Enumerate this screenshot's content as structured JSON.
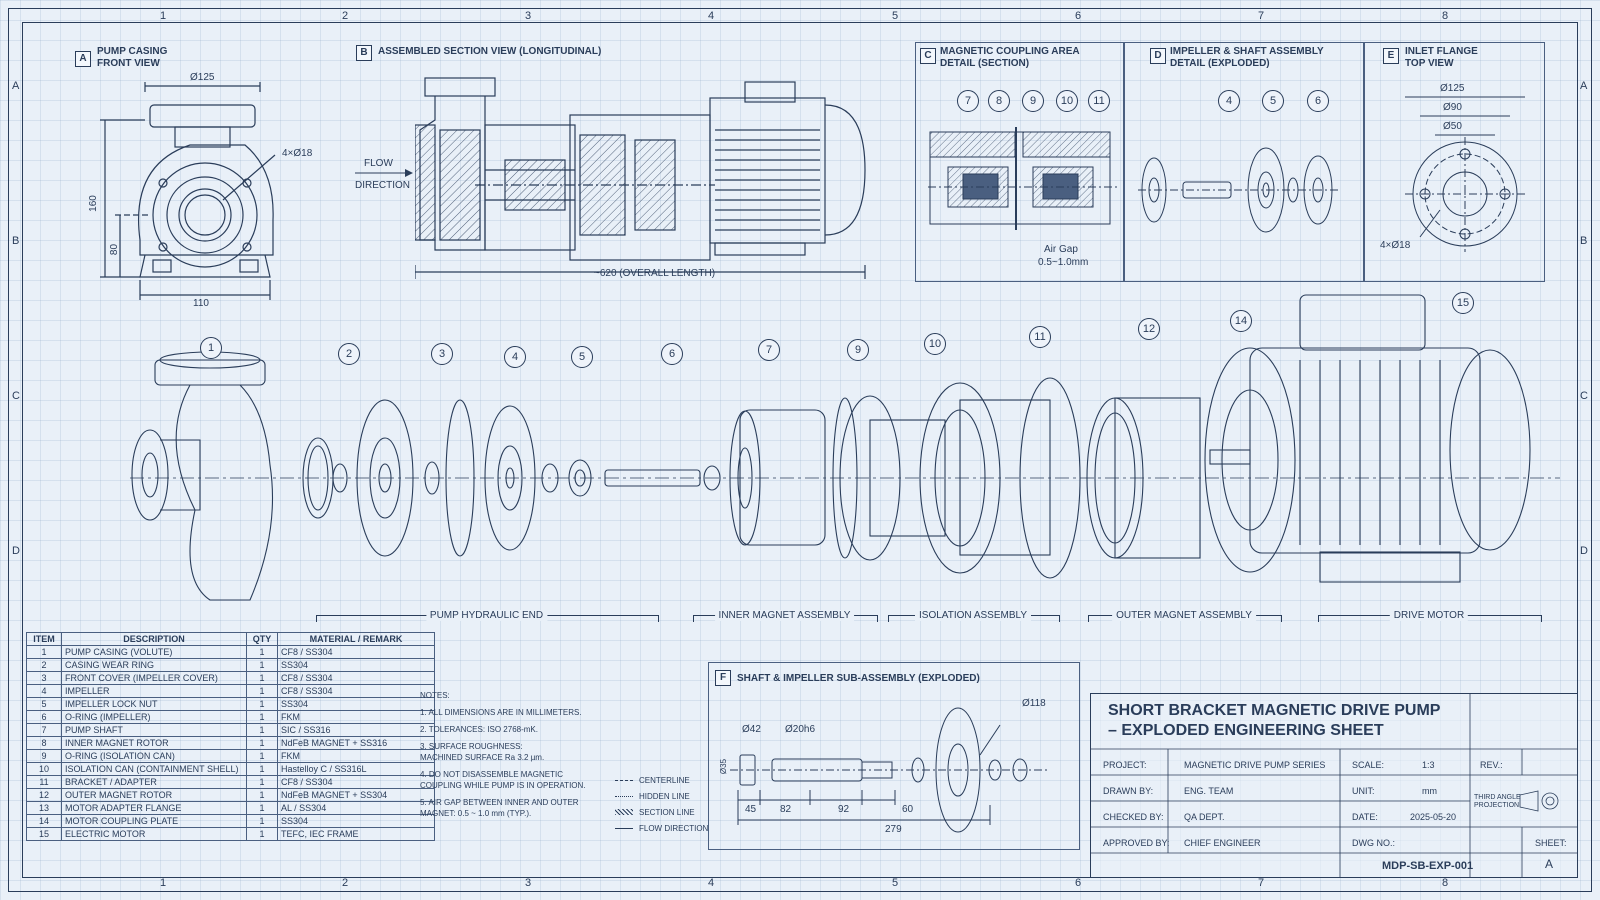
{
  "zones": {
    "columns": [
      "1",
      "2",
      "3",
      "4",
      "5",
      "6",
      "7",
      "8"
    ],
    "rows": [
      "A",
      "B",
      "C",
      "D"
    ]
  },
  "views": {
    "a": {
      "tag": "A",
      "title": "PUMP CASING\nFRONT VIEW",
      "dims": {
        "width_top": "Ø125",
        "holes": "4×Ø18",
        "height": "160",
        "center": "80",
        "base": "110"
      }
    },
    "b": {
      "tag": "B",
      "title": "ASSEMBLED SECTION VIEW (LONGITUDINAL)",
      "flow": "FLOW",
      "flow_dir": "DIRECTION",
      "length": "~620 (OVERALL LENGTH)"
    },
    "c": {
      "tag": "C",
      "title": "MAGNETIC COUPLING AREA\nDETAIL (SECTION)",
      "callouts": [
        "7",
        "8",
        "9",
        "10",
        "11"
      ],
      "air_gap": "Air Gap",
      "air_gap_val": "0.5~1.0mm"
    },
    "d": {
      "tag": "D",
      "title": "IMPELLER & SHAFT ASSEMBLY\nDETAIL (EXPLODED)",
      "callouts": [
        "4",
        "5",
        "6"
      ]
    },
    "e": {
      "tag": "E",
      "title": "INLET FLANGE\nTOP VIEW",
      "dims": [
        "Ø125",
        "Ø90",
        "Ø50"
      ],
      "holes": "4×Ø18"
    },
    "f": {
      "tag": "F",
      "title": "SHAFT & IMPELLER SUB-ASSEMBLY (EXPLODED)",
      "dims": {
        "d1": "Ø42",
        "d2": "Ø20h6",
        "d3": "Ø118",
        "d4": "Ø35",
        "l1": "45",
        "l2": "82",
        "l3": "92",
        "l4": "60",
        "total": "279"
      }
    }
  },
  "exploded": {
    "callouts": [
      "1",
      "2",
      "3",
      "4",
      "5",
      "6",
      "7",
      "9",
      "10",
      "11",
      "12",
      "14",
      "15"
    ],
    "groups": [
      "PUMP HYDRAULIC END",
      "INNER MAGNET  ASSEMBLY",
      "ISOLATION  ASSEMBLY",
      "OUTER MAGNET  ASSEMBLY",
      "DRIVE MOTOR"
    ]
  },
  "bom": {
    "headers": [
      "ITEM",
      "DESCRIPTION",
      "QTY",
      "MATERIAL / REMARK"
    ],
    "rows": [
      [
        "1",
        "PUMP CASING (VOLUTE)",
        "1",
        "CF8 / SS304"
      ],
      [
        "2",
        "CASING WEAR RING",
        "1",
        "SS304"
      ],
      [
        "3",
        "FRONT COVER (IMPELLER COVER)",
        "1",
        "CF8 / SS304"
      ],
      [
        "4",
        "IMPELLER",
        "1",
        "CF8 / SS304"
      ],
      [
        "5",
        "IMPELLER LOCK NUT",
        "1",
        "SS304"
      ],
      [
        "6",
        "O-RING (IMPELLER)",
        "1",
        "FKM"
      ],
      [
        "7",
        "PUMP SHAFT",
        "1",
        "SIC / SS316"
      ],
      [
        "8",
        "INNER MAGNET ROTOR",
        "1",
        "NdFeB MAGNET + SS316"
      ],
      [
        "9",
        "O-RING (ISOLATION CAN)",
        "1",
        "FKM"
      ],
      [
        "10",
        "ISOLATION CAN (CONTAINMENT SHELL)",
        "1",
        "Hastelloy C / SS316L"
      ],
      [
        "11",
        "BRACKET / ADAPTER",
        "1",
        "CF8 / SS304"
      ],
      [
        "12",
        "OUTER MAGNET ROTOR",
        "1",
        "NdFeB MAGNET + SS304"
      ],
      [
        "13",
        "MOTOR ADAPTER FLANGE",
        "1",
        "AL / SS304"
      ],
      [
        "14",
        "MOTOR COUPLING PLATE",
        "1",
        "SS304"
      ],
      [
        "15",
        "ELECTRIC MOTOR",
        "1",
        "TEFC, IEC FRAME"
      ]
    ]
  },
  "notes": {
    "title": "NOTES:",
    "items": [
      "1. ALL DIMENSIONS ARE IN MILLIMETERS.",
      "2. TOLERANCES: ISO 2768-mK.",
      "3. SURFACE ROUGHNESS:\n    MACHINED SURFACE Ra 3.2 µm.",
      "4. DO NOT DISASSEMBLE MAGNETIC\n    COUPLING WHILE PUMP IS IN OPERATION.",
      "5. AIR GAP BETWEEN INNER AND OUTER\n    MAGNET: 0.5 ~ 1.0 mm (TYP.)."
    ]
  },
  "legend": [
    "CENTERLINE",
    "HIDDEN LINE",
    "SECTION LINE",
    "FLOW DIRECTION"
  ],
  "title_block": {
    "title_line1": "SHORT BRACKET MAGNETIC DRIVE PUMP",
    "title_line2": "– EXPLODED ENGINEERING SHEET",
    "project_label": "PROJECT:",
    "project": "MAGNETIC DRIVE PUMP SERIES",
    "scale_label": "SCALE:",
    "scale": "1:3",
    "rev_label": "REV.:",
    "drawn_label": "DRAWN BY:",
    "drawn": "ENG. TEAM",
    "unit_label": "UNIT:",
    "unit": "mm",
    "checked_label": "CHECKED BY:",
    "checked": "QA DEPT.",
    "date_label": "DATE:",
    "date": "2025-05-20",
    "approved_label": "APPROVED BY:",
    "approved": "CHIEF ENGINEER",
    "dwg_label": "DWG NO.:",
    "dwg": "MDP-SB-EXP-001",
    "sheet_label": "SHEET:",
    "sheet": "A",
    "projection": "THIRD ANGLE\nPROJECTION"
  },
  "colors": {
    "line": "#2a3d5a",
    "paper": "#e9f0f8",
    "grid": "#96aac8"
  }
}
